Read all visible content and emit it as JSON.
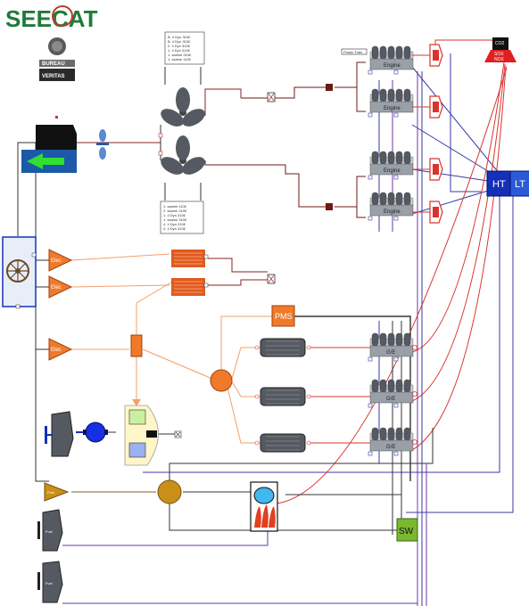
{
  "brand": {
    "name": "SEECAT",
    "certifier_line1": "BUREAU",
    "certifier_line2": "VERITAS"
  },
  "labels": {
    "engine": "Engine",
    "genset": "G/E",
    "emissions": [
      "CO2",
      "SOX",
      "NOX"
    ],
    "ht": "HT",
    "lt": "LT",
    "pms": "PMS",
    "sw": "SW",
    "elec": "Elec",
    "fuel": "Fuel"
  },
  "notes": {
    "propeller_top": [
      "B. 4 Dyn 310£",
      "B. 4 Dyn 310£",
      "2. 4 Dyn 310£",
      "1. 4 Dyn 310£",
      "1. ssame 310£",
      "1. ssame 110£"
    ],
    "propeller_bottom": [
      "1. ssame 110£",
      "2. ssame 310£",
      "1. 4 Dyn 310£",
      "1. ssame 310£",
      "4. 4 Dyn 310£",
      "4. 4 Dyn 310£"
    ],
    "engine_tag": "Power Train"
  },
  "colors": {
    "bg": "#ffffff",
    "engine_body": "#9aa0a8",
    "engine_dark": "#555a62",
    "orange": "#f07a2a",
    "red_line": "#d8342c",
    "dark_red": "#6b1a14",
    "blue_box": "#1530b8",
    "navy_line": "#3a3aa8",
    "salmon": "#f2a06a",
    "purple": "#6a3aa0",
    "green_box": "#8bc34a",
    "brown_line": "#8a5a2a"
  }
}
